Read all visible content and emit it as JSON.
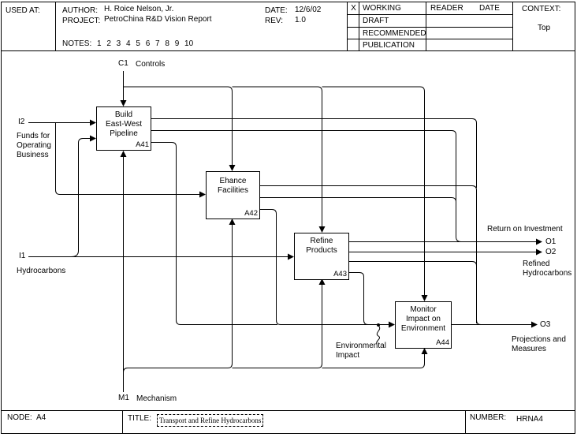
{
  "header": {
    "used_at_label": "USED AT:",
    "author_label": "AUTHOR:",
    "author": "H. Roice Nelson, Jr.",
    "project_label": "PROJECT:",
    "project": "PetroChina R&D Vision Report",
    "date_label": "DATE:",
    "date": "12/6/02",
    "rev_label": "REV:",
    "rev": "1.0",
    "notes_label": "NOTES:",
    "notes": "1 2 3 4 5 6 7 8 9 10",
    "status_mark": "X",
    "status": [
      "WORKING",
      "DRAFT",
      "RECOMMENDED",
      "PUBLICATION"
    ],
    "reader_label": "READER",
    "date_col_label": "DATE",
    "context_label": "CONTEXT:",
    "context": "Top"
  },
  "diagram": {
    "activities": [
      {
        "label": "Build\nEast-West\nPipeline",
        "id": "A41"
      },
      {
        "label": "Ehance\nFacilities",
        "id": "A42"
      },
      {
        "label": "Refine\nProducts",
        "id": "A43"
      },
      {
        "label": "Monitor\nImpact on\nEnvironment",
        "id": "A44"
      }
    ],
    "controls": [
      {
        "code": "C1",
        "label": "Controls"
      }
    ],
    "inputs": [
      {
        "code": "I2",
        "label": "Funds for\nOperating\nBusiness"
      },
      {
        "code": "I1",
        "label": "Hydrocarbons"
      }
    ],
    "outputs": [
      {
        "code": "O1",
        "label": "Return on Investment"
      },
      {
        "code": "O2",
        "label": "Refined\nHydrocarbons"
      },
      {
        "code": "O3",
        "label": "Projections and\nMeasures"
      }
    ],
    "mechanisms": [
      {
        "code": "M1",
        "label": "Mechanism"
      }
    ],
    "internal_labels": [
      "Environmental\nImpact"
    ]
  },
  "footer": {
    "node_label": "NODE:",
    "node": "A4",
    "title_label": "TITLE:",
    "title": "Transport and Refine Hydrocarbons",
    "number_label": "NUMBER:",
    "number": "HRNA4"
  }
}
